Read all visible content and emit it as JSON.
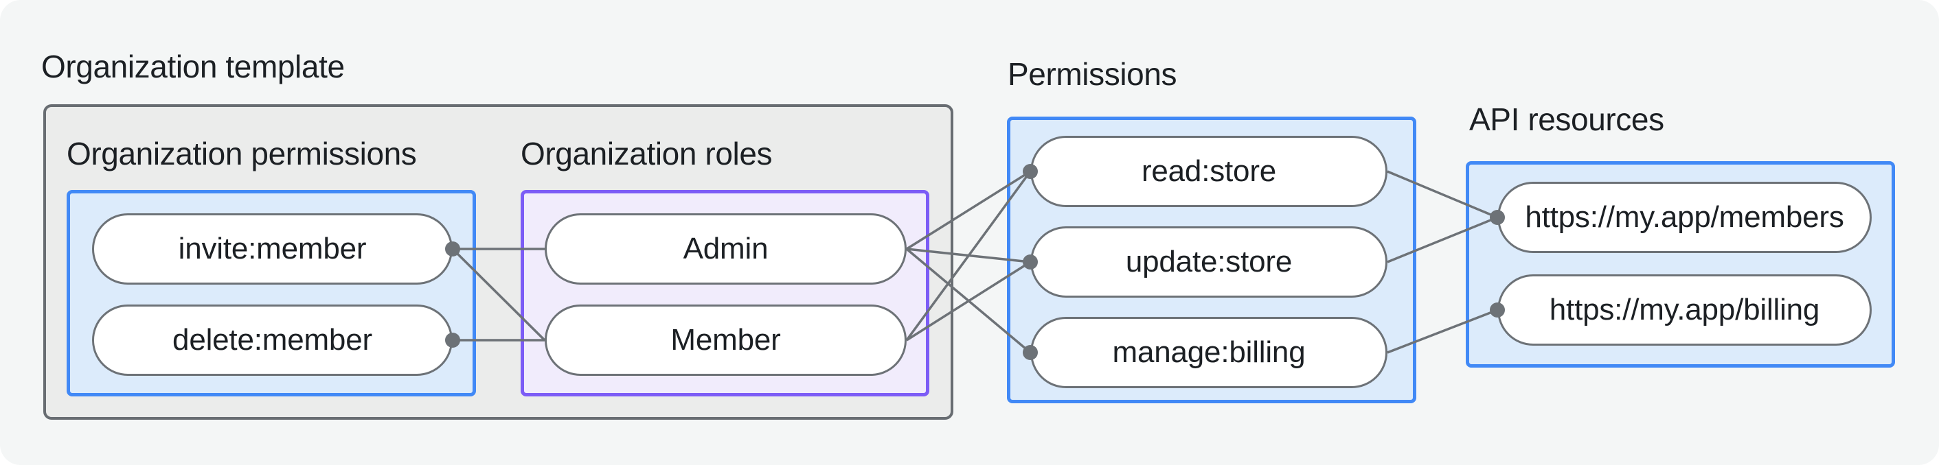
{
  "title": "Organization template",
  "sections": {
    "org_permissions": {
      "label": "Organization permissions"
    },
    "org_roles": {
      "label": "Organization roles"
    },
    "permissions": {
      "label": "Permissions"
    },
    "api_resources": {
      "label": "API resources"
    }
  },
  "nodes": {
    "invite_member": "invite:member",
    "delete_member": "delete:member",
    "admin": "Admin",
    "member": "Member",
    "read_store": "read:store",
    "update_store": "update:store",
    "manage_billing": "manage:billing",
    "api_members": "https://my.app/members",
    "api_billing": "https://my.app/billing"
  },
  "edges": [
    {
      "from": "invite_member",
      "to": "admin"
    },
    {
      "from": "invite_member",
      "to": "member"
    },
    {
      "from": "delete_member",
      "to": "member"
    },
    {
      "from": "admin",
      "to": "read_store"
    },
    {
      "from": "admin",
      "to": "update_store"
    },
    {
      "from": "admin",
      "to": "manage_billing"
    },
    {
      "from": "member",
      "to": "read_store"
    },
    {
      "from": "member",
      "to": "update_store"
    },
    {
      "from": "read_store",
      "to": "api_members"
    },
    {
      "from": "update_store",
      "to": "api_members"
    },
    {
      "from": "manage_billing",
      "to": "api_billing"
    }
  ],
  "connection_dots": [
    {
      "node": "invite_member",
      "side": "right"
    },
    {
      "node": "delete_member",
      "side": "right"
    },
    {
      "node": "read_store",
      "side": "left"
    },
    {
      "node": "update_store",
      "side": "left"
    },
    {
      "node": "manage_billing",
      "side": "left"
    },
    {
      "node": "api_members",
      "side": "left"
    },
    {
      "node": "api_billing",
      "side": "left"
    }
  ],
  "colors": {
    "background": "#f4f6f6",
    "text": "#1c2024",
    "container_fill": "#ebeceb",
    "container_border": "#686d72",
    "blue_accent": "#4189f6",
    "blue_fill": "#dcebfb",
    "purple_accent": "#7c5cf6",
    "purple_fill": "#f1ecfc",
    "node_border": "#6d7277",
    "line": "#6d7277"
  }
}
